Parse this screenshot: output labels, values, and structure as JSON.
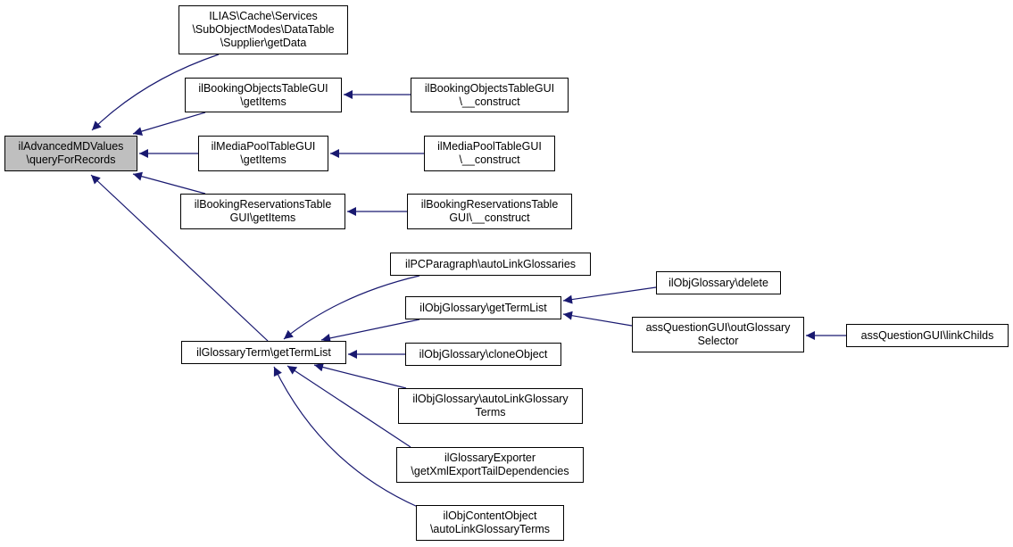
{
  "diagram": {
    "edge_color": "#191970",
    "root_fill": "#bfbfbf",
    "nodes": [
      {
        "id": "root",
        "lines": [
          "ilAdvancedMDValues",
          "\\queryForRecords"
        ],
        "highlighted": true
      },
      {
        "id": "n1",
        "lines": [
          "ILIAS\\Cache\\Services",
          "\\SubObjectModes\\DataTable",
          "\\Supplier\\getData"
        ]
      },
      {
        "id": "n2",
        "lines": [
          "ilBookingObjectsTableGUI",
          "\\getItems"
        ]
      },
      {
        "id": "n3",
        "lines": [
          "ilMediaPoolTableGUI",
          "\\getItems"
        ]
      },
      {
        "id": "n4",
        "lines": [
          "ilBookingReservationsTable",
          "GUI\\getItems"
        ]
      },
      {
        "id": "n5",
        "lines": [
          "ilGlossaryTerm\\getTermList"
        ]
      },
      {
        "id": "b1",
        "lines": [
          "ilBookingObjectsTableGUI",
          "\\__construct"
        ]
      },
      {
        "id": "b2",
        "lines": [
          "ilMediaPoolTableGUI",
          "\\__construct"
        ]
      },
      {
        "id": "b3",
        "lines": [
          "ilBookingReservationsTable",
          "GUI\\__construct"
        ]
      },
      {
        "id": "g1",
        "lines": [
          "ilPCParagraph\\autoLinkGlossaries"
        ]
      },
      {
        "id": "g2",
        "lines": [
          "ilObjGlossary\\getTermList"
        ]
      },
      {
        "id": "g3",
        "lines": [
          "ilObjGlossary\\cloneObject"
        ]
      },
      {
        "id": "g4",
        "lines": [
          "ilObjGlossary\\autoLinkGlossary",
          "Terms"
        ]
      },
      {
        "id": "g5",
        "lines": [
          "ilGlossaryExporter",
          "\\getXmlExportTailDependencies"
        ]
      },
      {
        "id": "g6",
        "lines": [
          "ilObjContentObject",
          "\\autoLinkGlossaryTerms"
        ]
      },
      {
        "id": "d1",
        "lines": [
          "ilObjGlossary\\delete"
        ]
      },
      {
        "id": "d2",
        "lines": [
          "assQuestionGUI\\outGlossary",
          "Selector"
        ]
      },
      {
        "id": "d3",
        "lines": [
          "assQuestionGUI\\linkChilds"
        ]
      }
    ],
    "edges": [
      {
        "from": "n1",
        "to": "root"
      },
      {
        "from": "n2",
        "to": "root"
      },
      {
        "from": "n3",
        "to": "root"
      },
      {
        "from": "n4",
        "to": "root"
      },
      {
        "from": "n5",
        "to": "root"
      },
      {
        "from": "b1",
        "to": "n2"
      },
      {
        "from": "b2",
        "to": "n3"
      },
      {
        "from": "b3",
        "to": "n4"
      },
      {
        "from": "g1",
        "to": "n5"
      },
      {
        "from": "g2",
        "to": "n5"
      },
      {
        "from": "g3",
        "to": "n5"
      },
      {
        "from": "g4",
        "to": "n5"
      },
      {
        "from": "g5",
        "to": "n5"
      },
      {
        "from": "g6",
        "to": "n5"
      },
      {
        "from": "d1",
        "to": "g2"
      },
      {
        "from": "d2",
        "to": "g2"
      },
      {
        "from": "d3",
        "to": "d2"
      }
    ]
  }
}
